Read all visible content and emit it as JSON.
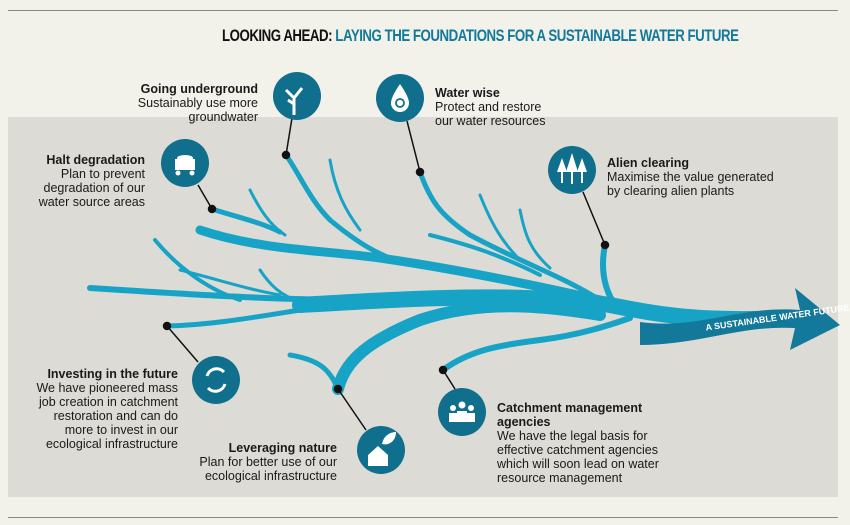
{
  "title": {
    "lead": "LOOKING AHEAD:",
    "rest": "LAYING THE FOUNDATIONS FOR A SUSTAINABLE WATER FUTURE"
  },
  "arrow_label": "A SUSTAINABLE WATER FUTURE",
  "colors": {
    "icon": "#0f6f8c",
    "river": "#17a3c6",
    "title_accent": "#13799a",
    "panel": "#dcdbd5"
  },
  "items": [
    {
      "icon": "tree-icon",
      "heading": "Going underground",
      "lines": [
        "Sustainably use more",
        "groundwater"
      ]
    },
    {
      "icon": "water-drop-recycle-icon",
      "heading": "Water wise",
      "lines": [
        "Protect and restore",
        "our water resources"
      ]
    },
    {
      "icon": "mine-cart-icon",
      "heading": "Halt degradation",
      "lines": [
        "Plan to prevent",
        "degradation of our",
        "water source areas"
      ]
    },
    {
      "icon": "trees-icon",
      "heading": "Alien clearing",
      "lines": [
        "Maximise the value generated",
        "by clearing alien plants"
      ]
    },
    {
      "icon": "cycle-arrows-icon",
      "heading": "Investing in the future",
      "lines": [
        "We have pioneered mass",
        "job creation in catchment",
        "restoration and can do",
        "more to invest in our",
        "ecological infrastructure"
      ]
    },
    {
      "icon": "house-leaf-icon",
      "heading": "Leveraging nature",
      "lines": [
        "Plan for better use of our",
        "ecological infrastructure"
      ]
    },
    {
      "icon": "people-group-icon",
      "heading": "Catchment management agencies",
      "lines": [
        "We have the legal basis for",
        "effective catchment agencies",
        "which will soon lead on water",
        "resource management"
      ]
    }
  ]
}
